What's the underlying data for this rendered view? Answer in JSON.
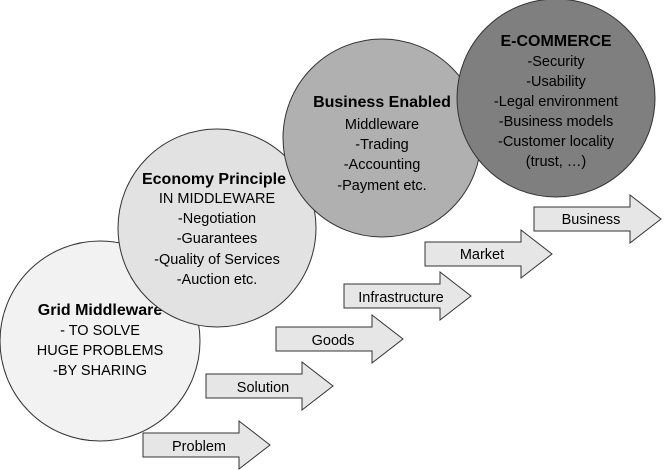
{
  "diagram": {
    "circles": [
      {
        "title": "Grid Middleware",
        "lines": [
          "- TO SOLVE",
          "HUGE PROBLEMS",
          "-BY SHARING"
        ],
        "fill": "#f2f2f2"
      },
      {
        "title": "Economy Principle",
        "lines": [
          "IN MIDDLEWARE",
          "-Negotiation",
          "-Guarantees",
          "-Quality of Services",
          "-Auction etc."
        ],
        "fill": "#e2e2e2"
      },
      {
        "title": "Business Enabled",
        "lines": [
          "Middleware",
          "-Trading",
          "-Accounting",
          "-Payment etc."
        ],
        "fill": "#b0b0b0"
      },
      {
        "title": "E-COMMERCE",
        "lines": [
          "-Security",
          "-Usability",
          "-Legal environment",
          "-Business models",
          "-Customer locality",
          "(trust, …)"
        ],
        "fill": "#7f7f7f"
      }
    ],
    "arrows": [
      {
        "label": "Problem"
      },
      {
        "label": "Solution"
      },
      {
        "label": "Goods"
      },
      {
        "label": "Infrastructure"
      },
      {
        "label": "Market"
      },
      {
        "label": "Business"
      }
    ],
    "colors": {
      "arrow_fill": "#e6e6e6",
      "stroke": "#333333"
    }
  }
}
